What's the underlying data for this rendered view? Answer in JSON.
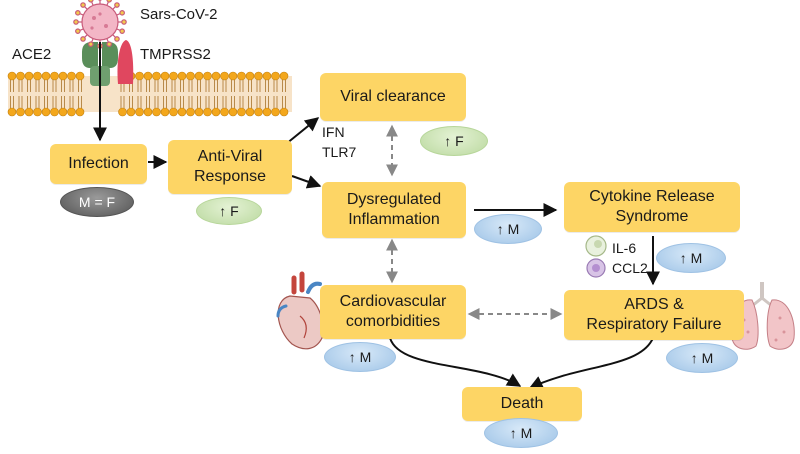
{
  "labels": {
    "virus": "Sars-CoV-2",
    "ace2": "ACE2",
    "tmprss2": "TMPRSS2",
    "ifn": "IFN",
    "tlr7": "TLR7",
    "il6": "IL-6",
    "ccl2": "CCL2"
  },
  "boxes": {
    "infection": "Infection",
    "antiviral": "Anti-Viral\nResponse",
    "viral_clearance": "Viral clearance",
    "dysregulated": "Dysregulated\nInflammation",
    "cytokine": "Cytokine Release\nSyndrome",
    "cardio": "Cardiovascular\ncomorbidities",
    "ards": "ARDS &\nRespiratory Failure",
    "death": "Death"
  },
  "badges": {
    "infection": "M = F",
    "antiviral": "↑ F",
    "viral_clearance": "↑ F",
    "dysregulated": "↑ M",
    "cytokine": "↑ M",
    "cardio": "↑ M",
    "ards": "↑ M",
    "death": "↑ M"
  },
  "colors": {
    "box": "#fdd565",
    "male_badge": "#aacbea",
    "female_badge": "#c3deaa",
    "equal_badge": "#5e5e5e",
    "virus": "#e07b9a",
    "membrane_head": "#f3a71c",
    "ace2_receptor": "#5a8e5a",
    "tmprss2": "#e0475f"
  }
}
